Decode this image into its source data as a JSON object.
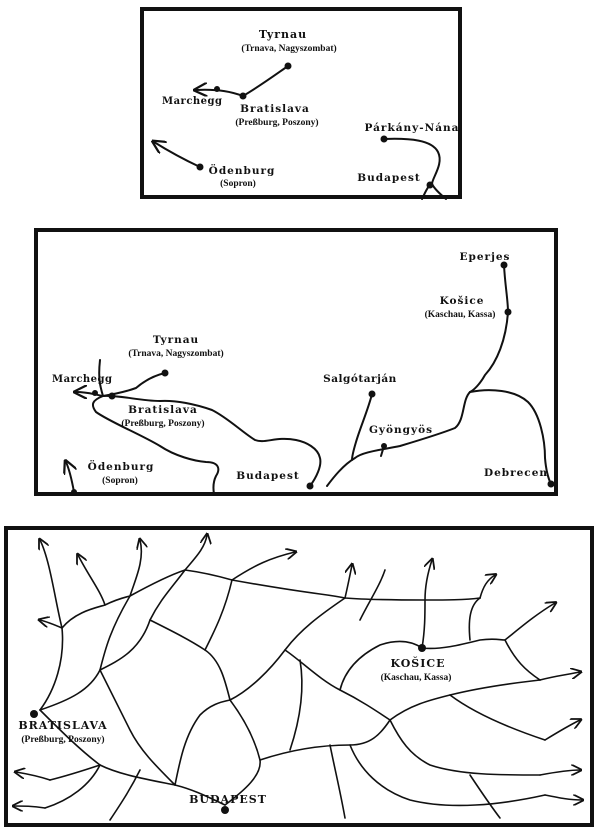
{
  "map1": {
    "tyrnau": "Tyrnau",
    "tyrnau_sub": "(Trnava, Nagyszombat)",
    "marchegg": "Marchegg",
    "bratislava": "Bratislava",
    "bratislava_sub": "(Preßburg, Poszony)",
    "odenburg": "Ödenburg",
    "odenburg_sub": "(Sopron)",
    "parkany": "Párkány-Nána",
    "budapest": "Budapest"
  },
  "map2": {
    "eperjes": "Eperjes",
    "kosice": "Košice",
    "kosice_sub": "(Kaschau, Kassa)",
    "tyrnau": "Tyrnau",
    "tyrnau_sub": "(Trnava, Nagyszombat)",
    "marchegg": "Marchegg",
    "bratislava": "Bratislava",
    "bratislava_sub": "(Preßburg, Poszony)",
    "salgotarjan": "Salgótarján",
    "gyongyos": "Gyöngyös",
    "odenburg": "Ödenburg",
    "odenburg_sub": "(Sopron)",
    "budapest": "Budapest",
    "debrecen": "Debrecen"
  },
  "map3": {
    "kosice": "KOŠICE",
    "kosice_sub": "(Kaschau, Kassa)",
    "bratislava": "BRATISLAVA",
    "bratislava_sub": "(Preßburg, Poszony)",
    "budapest": "BUDAPEST"
  }
}
